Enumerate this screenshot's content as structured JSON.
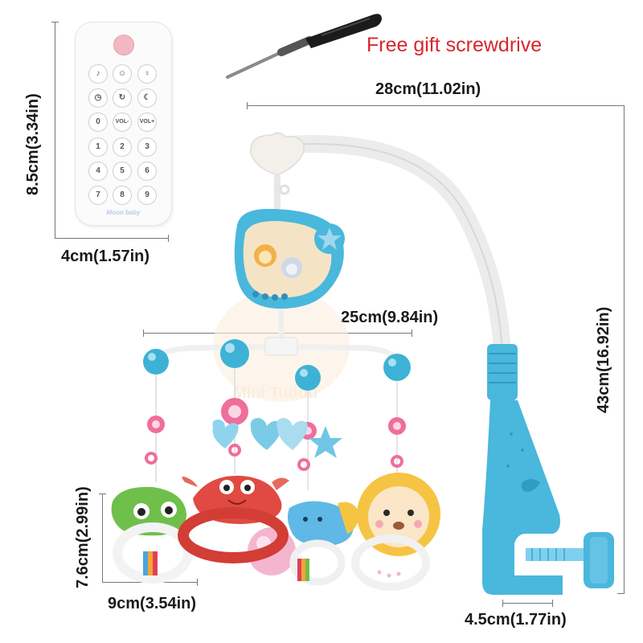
{
  "gift_text": "Free gift screwdrive",
  "dimensions": {
    "arm_width": "28cm(11.02in)",
    "remote_height": "8.5cm(3.34in)",
    "remote_width": "4cm(1.57in)",
    "hanger_width": "25cm(9.84in)",
    "total_height": "43cm(16.92in)",
    "toy_height": "7.6cm(2.99in)",
    "toy_width": "9cm(3.54in)",
    "clamp_width": "4.5cm(1.77in)"
  },
  "remote": {
    "brand": "Moon baby",
    "keys": [
      "♪",
      "☺",
      "♀",
      "◷",
      "↻",
      "☾",
      "0",
      "VOL-",
      "VOL+",
      "1",
      "2",
      "3",
      "4",
      "5",
      "6",
      "7",
      "8",
      "9"
    ]
  },
  "watermark": "Mini Tudou",
  "colors": {
    "gift_red": "#d8262e",
    "teal": "#45b6d9",
    "pink": "#f06a9b",
    "red_crab": "#d9413a",
    "lion_yellow": "#f6c443",
    "green": "#6fbf4b"
  }
}
